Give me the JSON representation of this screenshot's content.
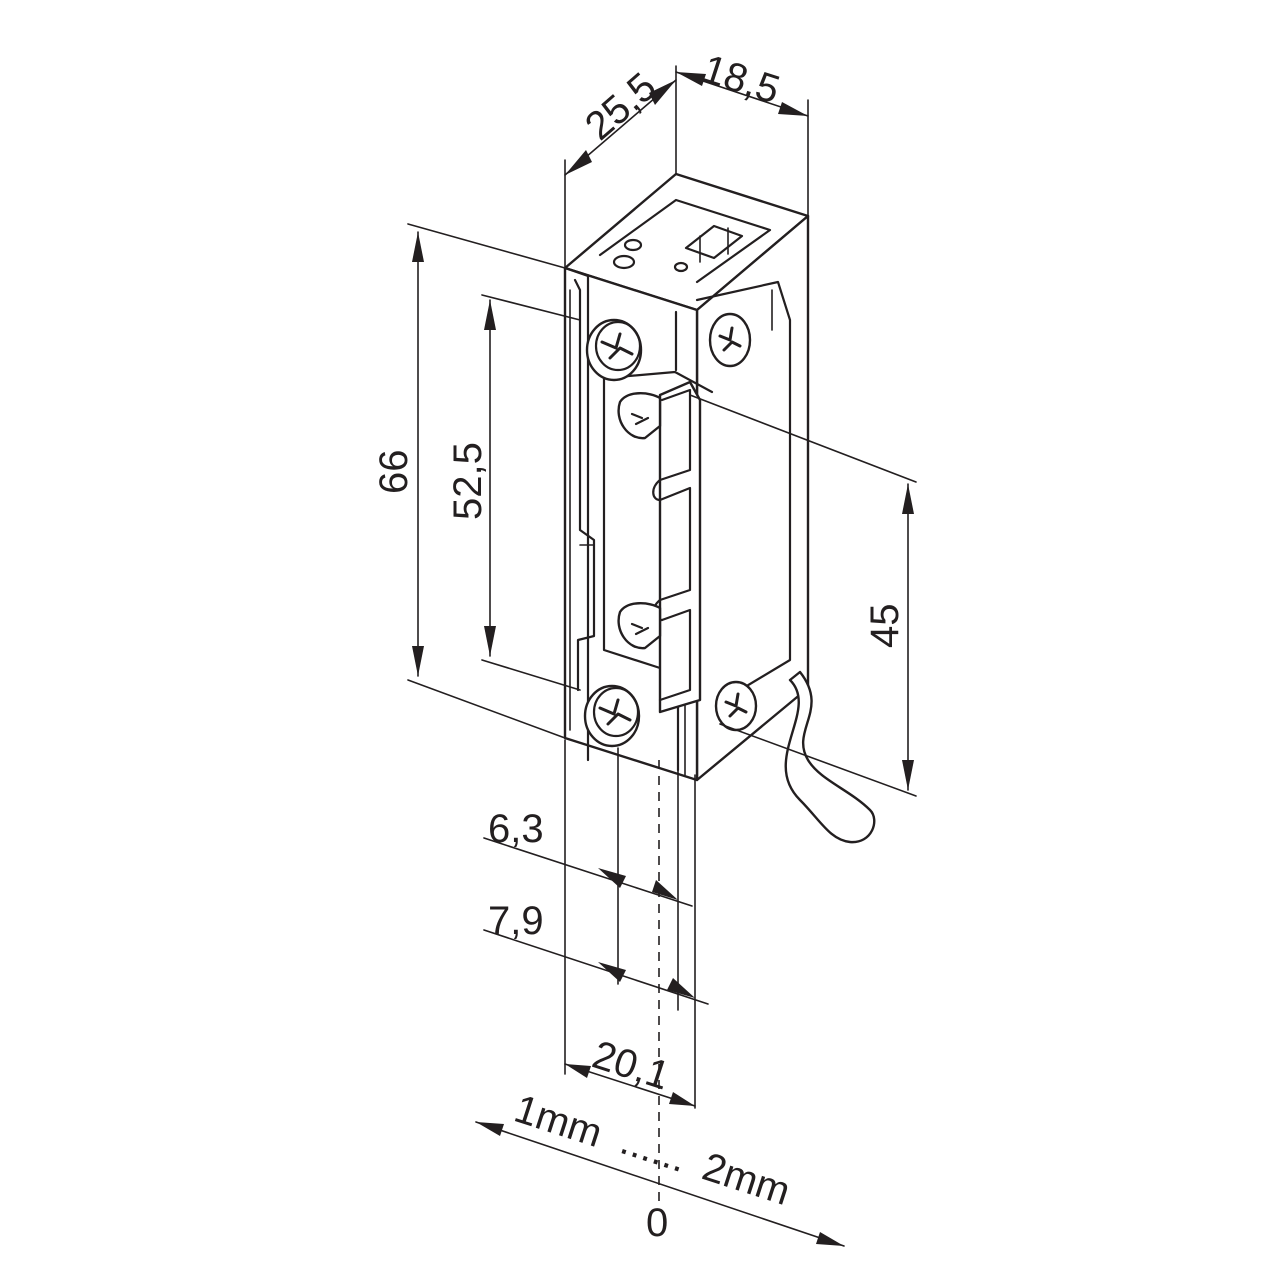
{
  "drawing": {
    "subject": "electric door strike (isometric)",
    "colors": {
      "line": "#231f20",
      "background": "#ffffff"
    },
    "dimensions": {
      "depth": "25,5",
      "width": "18,5",
      "height_total": "66",
      "height_faceplate": "52,5",
      "height_latch": "45",
      "offset_a": "6,3",
      "offset_b": "7,9",
      "front_width": "20,1",
      "adjust_left": "1mm",
      "adjust_dots": "......",
      "adjust_right": "2mm",
      "adjust_zero": "0"
    }
  }
}
